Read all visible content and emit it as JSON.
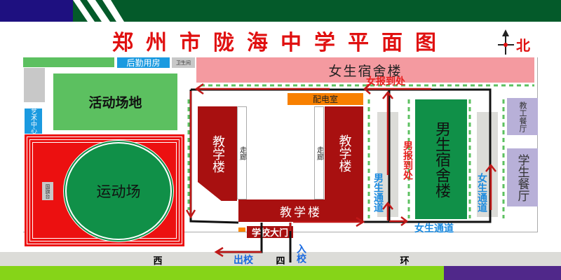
{
  "title": "郑州市陇海中学平面图",
  "compass": {
    "label": "北"
  },
  "buildings": {
    "logistics": "后勤用房",
    "toilet": "卫生间",
    "girls_dorm": "女生宿舍楼",
    "activity_area": "活动场地",
    "art_center": "艺术中心",
    "playground": "运动场",
    "flag_platform": "国旗台",
    "power_room": "配电室",
    "teaching_left": "教学楼",
    "teaching_right": "教学楼",
    "teaching_bottom": "教学楼",
    "corridor_left": "走廊",
    "corridor_right": "走廊",
    "boys_dorm": "男生宿舍楼",
    "staff_canteen": "教工餐厅",
    "student_canteen": "学生餐厅",
    "school_gate": "学校大门"
  },
  "labels": {
    "girls_registration": "女报到处",
    "boys_registration": "男报到处",
    "boys_passage": "男生通道",
    "girls_passage_right": "女生通道",
    "girls_passage_bottom": "女生通道",
    "exit": "出校",
    "enter": "入校"
  },
  "road": {
    "w1": "西",
    "w2": "四",
    "w3": "环"
  },
  "colors": {
    "red": "#e01010",
    "darkred": "#a81010",
    "green": "#0a9a48",
    "lightgreen": "#5cc060",
    "blue": "#1a8ae0",
    "pink": "#f49aa0",
    "purple": "#b8b0d8"
  }
}
